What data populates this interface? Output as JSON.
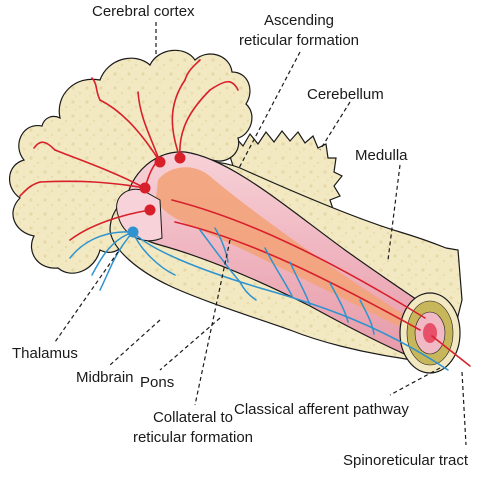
{
  "labels": {
    "cerebral_cortex": "Cerebral cortex",
    "ascending_rf_line1": "Ascending",
    "ascending_rf_line2": "reticular formation",
    "cerebellum": "Cerebellum",
    "medulla": "Medulla",
    "thalamus": "Thalamus",
    "midbrain": "Midbrain",
    "pons": "Pons",
    "collateral_line1": "Collateral to",
    "collateral_line2": "reticular formation",
    "classical_afferent": "Classical afferent pathway",
    "spinoreticular": "Spinoreticular tract"
  },
  "colors": {
    "tissue": "#f2e9c2",
    "tissue_outline": "#1a1a1a",
    "tract_fill": "#f0b9c3",
    "reticular_core": "#f3a37a",
    "red_pathway": "#d8202b",
    "blue_pathway": "#2e93cf",
    "spinal_ring": "#bfae48",
    "neuron": "#d8202b"
  },
  "icons": {
    "neuron": "red-dot",
    "thalamic_neuron": "blue-dot"
  }
}
